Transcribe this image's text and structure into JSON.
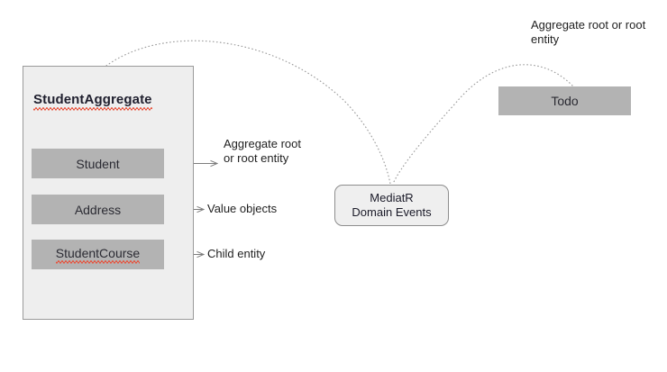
{
  "diagram": {
    "aggregate": {
      "title": "StudentAggregate",
      "members": [
        {
          "label": "Student",
          "misspelled": false
        },
        {
          "label": "Address",
          "misspelled": false
        },
        {
          "label": "StudentCourse",
          "misspelled": true
        }
      ]
    },
    "annotations": [
      {
        "text": "Aggregate root or root entity"
      },
      {
        "text": "Value objects"
      },
      {
        "text": "Child entity"
      }
    ],
    "mediatr": {
      "line1": "MediatR",
      "line2": "Domain Events"
    },
    "todo": {
      "label": "Todo",
      "annotation": "Aggregate root or root entity"
    },
    "colors": {
      "canvas_background": "#ffffff",
      "container_fill": "#eeeeee",
      "container_border": "#9a9a9a",
      "member_fill": "#b3b3b3",
      "mediatr_fill": "#efefef",
      "mediatr_border": "#8d8d8d",
      "connector_line": "#7d7d7d",
      "dotted_curve": "#9e9e9e",
      "text_primary": "#1f1f1f",
      "spellcheck_underline": "#e8503a"
    }
  }
}
